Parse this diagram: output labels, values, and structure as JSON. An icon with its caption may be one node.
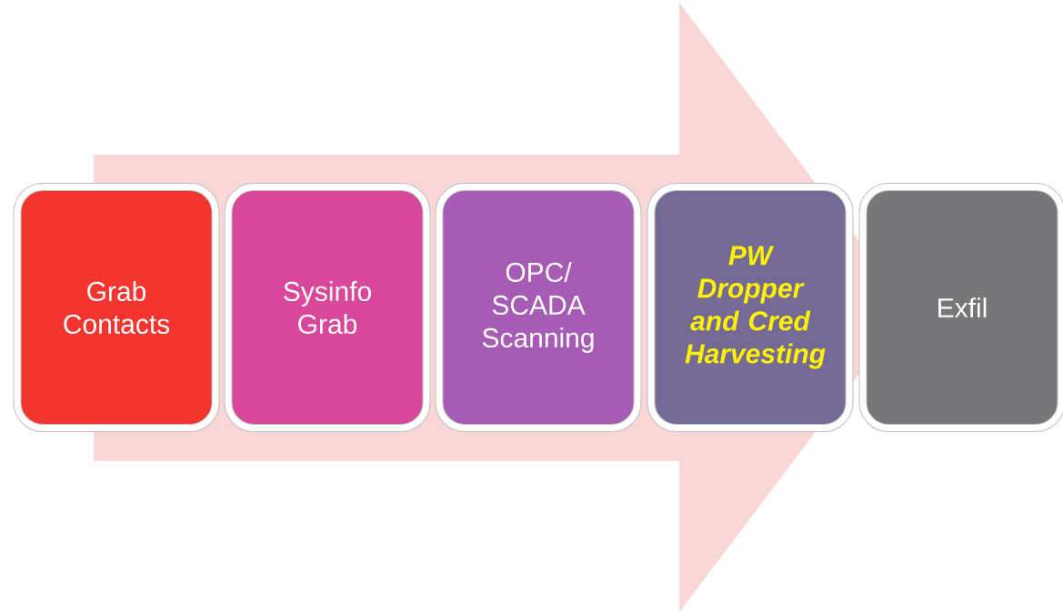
{
  "diagram": {
    "nodes": [
      {
        "text": [
          "Grab Contacts"
        ]
      },
      {
        "text": [
          "Sysinfo Grab"
        ]
      },
      {
        "text": [
          "OPC/ SCADA Scanning"
        ]
      },
      {
        "text": [
          "PW Dropper and Cred Harvesting"
        ]
      },
      {
        "text": [
          "Exfil"
        ]
      }
    ],
    "edges": [
      {
        "from": 0,
        "to": 4,
        "arrow": "to"
      }
    ]
  }
}
